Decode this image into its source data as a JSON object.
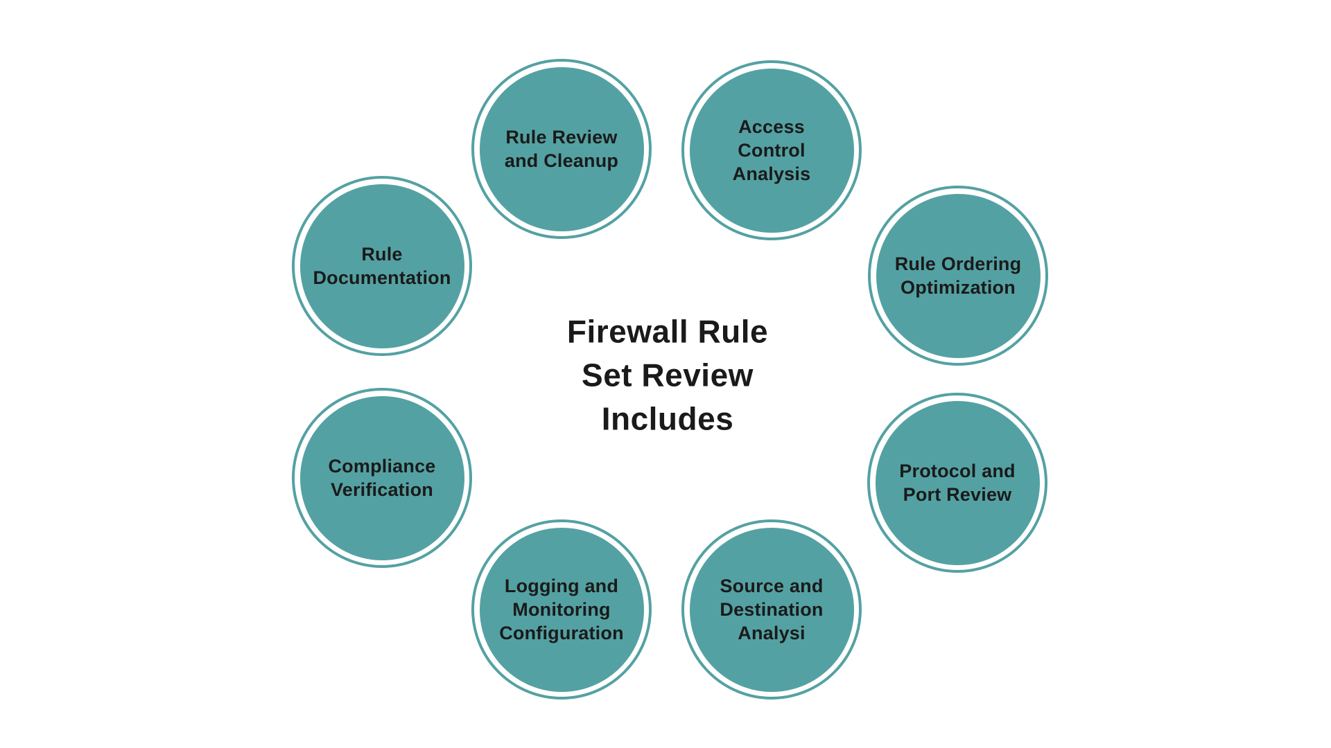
{
  "title": "Firewall Rule\nSet Review\nIncludes",
  "colors": {
    "circle_fill": "#54a1a3",
    "circle_ring": "#54a1a3",
    "text": "#1a1a1a",
    "background": "#ffffff"
  },
  "nodes": [
    {
      "id": "rule-review-and-cleanup",
      "label": "Rule Review\nand Cleanup"
    },
    {
      "id": "access-control-analysis",
      "label": "Access\nControl\nAnalysis"
    },
    {
      "id": "rule-ordering-optimization",
      "label": "Rule Ordering\nOptimization"
    },
    {
      "id": "protocol-and-port-review",
      "label": "Protocol and\nPort Review"
    },
    {
      "id": "source-and-destination-analysi",
      "label": "Source and\nDestination\nAnalysi"
    },
    {
      "id": "logging-and-monitoring-configuration",
      "label": "Logging and\nMonitoring\nConfiguration"
    },
    {
      "id": "compliance-verification",
      "label": "Compliance\nVerification"
    },
    {
      "id": "rule-documentation",
      "label": "Rule\nDocumentation"
    }
  ]
}
